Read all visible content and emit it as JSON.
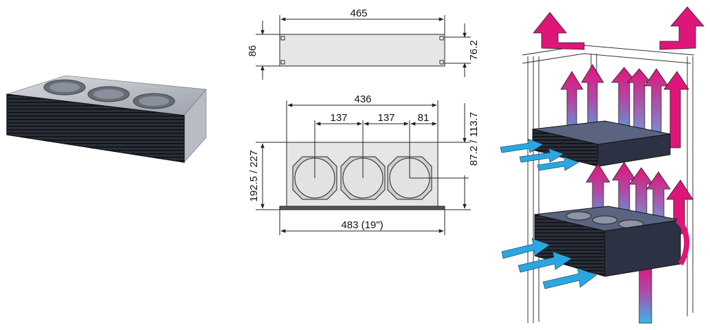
{
  "product": {
    "name": "",
    "fan_count": 3
  },
  "dimensions": {
    "front_width": "465",
    "front_height": "86",
    "front_inner_height": "76.2",
    "top_depth_total": "436",
    "fan_spacing_1": "137",
    "fan_spacing_2": "137",
    "fan_edge_offset": "81",
    "side_depth": "87.2 / 113.7",
    "top_side_depth": "192.5 / 227",
    "rack_width": "483 (19\")"
  },
  "airflow": {
    "cool_color": "#2aa7e1",
    "warm_color": "#e0157a"
  },
  "colors": {
    "panel_fill": "#e6e6e6",
    "line": "#222222",
    "unit_dark": "#3a4258",
    "grille": "#1b1e26"
  }
}
